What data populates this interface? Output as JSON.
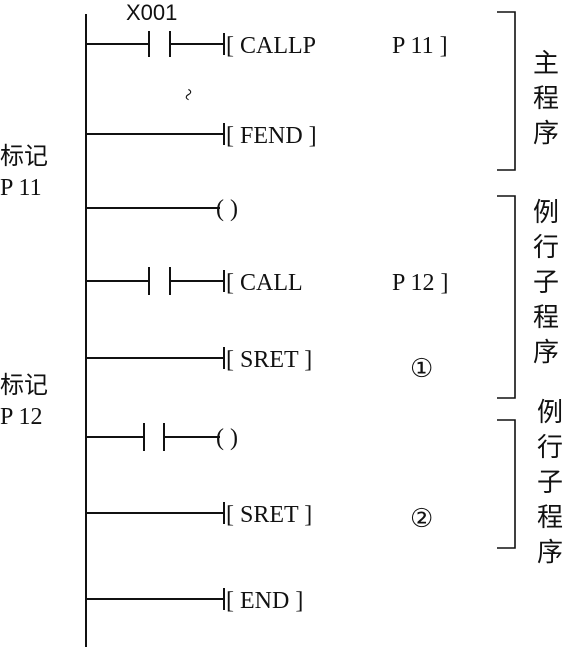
{
  "contact": "X001",
  "instructions": {
    "callp": "CALLP",
    "callp_ptr": "P 11",
    "fend": "FEND",
    "call": "CALL",
    "call_ptr": "P 12",
    "sret": "SRET",
    "end": "END"
  },
  "left_labels": {
    "mark1": "标记",
    "p11": "P 11",
    "mark2": "标记",
    "p12": "P 12"
  },
  "sections": {
    "main": [
      "主",
      "程",
      "序"
    ],
    "sub1": [
      "例",
      "行",
      "子",
      "程",
      "序"
    ],
    "sub2": [
      "例",
      "行",
      "子",
      "程",
      "序"
    ]
  },
  "circled": {
    "one": "①",
    "two": "②"
  },
  "omission_mark": "~"
}
